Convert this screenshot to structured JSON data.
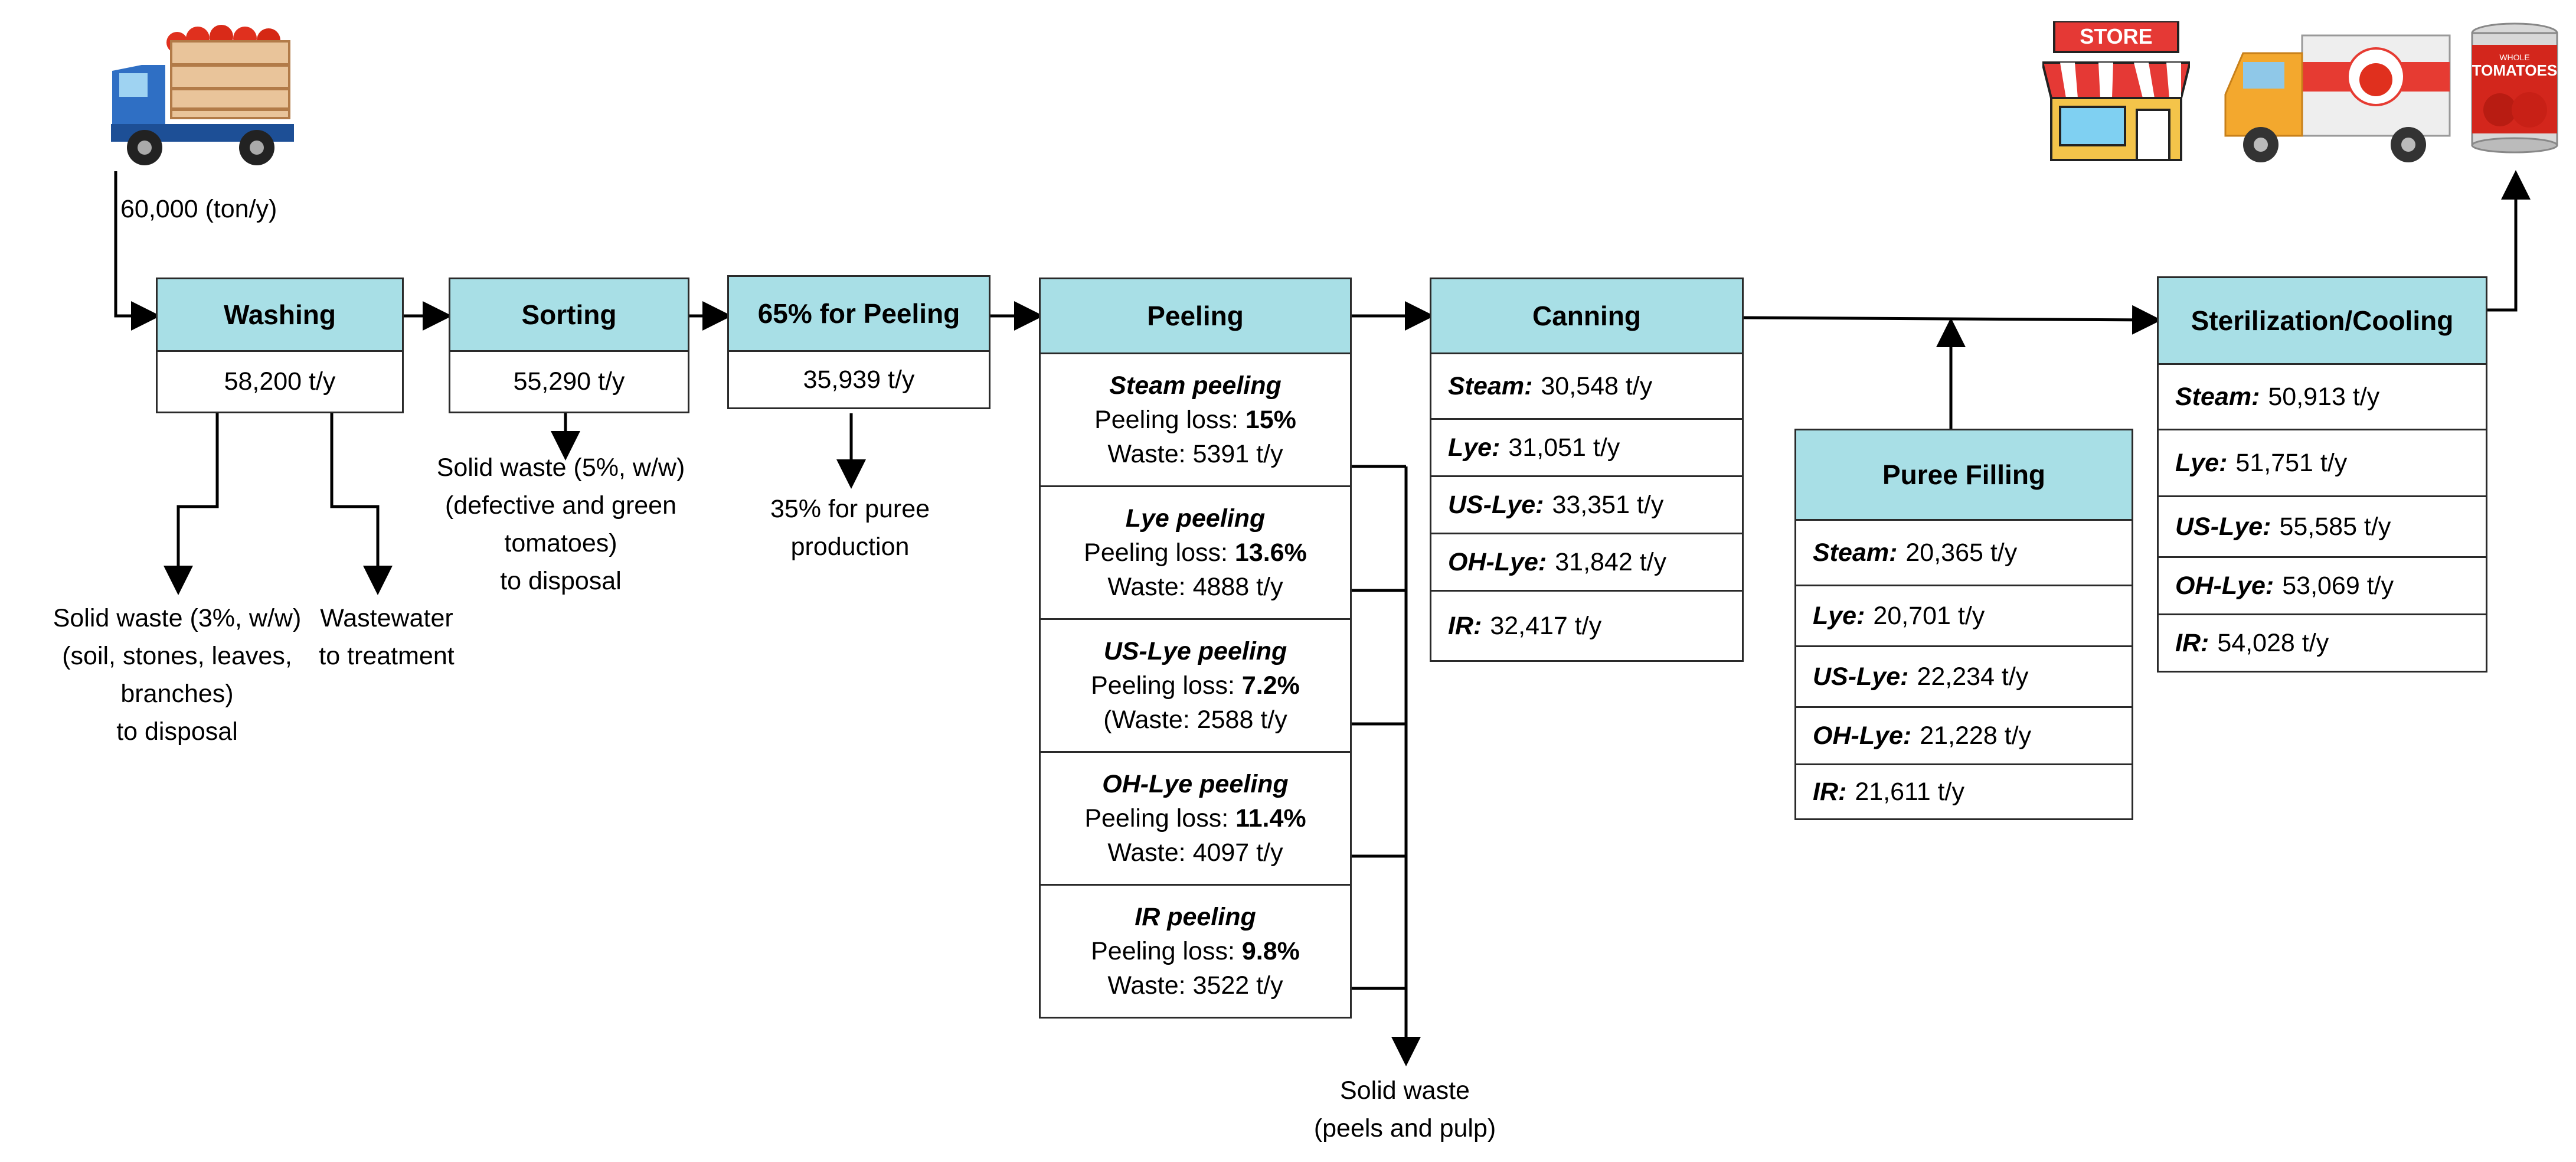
{
  "input": {
    "amount": "60,000 (ton/y)"
  },
  "washing": {
    "title": "Washing",
    "value": "58,200 t/y",
    "solid_waste": [
      "Solid waste (3%, w/w)",
      "(soil, stones, leaves,",
      "branches)",
      "to disposal"
    ],
    "wastewater": [
      "Wastewater",
      "to treatment"
    ]
  },
  "sorting": {
    "title": "Sorting",
    "value": "55,290 t/y",
    "waste": [
      "Solid waste (5%, w/w)",
      "(defective and green",
      "tomatoes)",
      "to disposal"
    ]
  },
  "peeling_split": {
    "title": "65% for Peeling",
    "value": "35,939 t/y",
    "puree_note": [
      "35% for puree",
      "production"
    ]
  },
  "peeling": {
    "title": "Peeling",
    "methods": [
      {
        "name": "Steam peeling",
        "loss_label": "Peeling loss: ",
        "loss": "15%",
        "waste": "Waste: 5391 t/y"
      },
      {
        "name": "Lye peeling",
        "loss_label": "Peeling loss: ",
        "loss": "13.6%",
        "waste": "Waste: 4888 t/y"
      },
      {
        "name": "US-Lye peeling",
        "loss_label": "Peeling loss: ",
        "loss": "7.2%",
        "waste": "(Waste: 2588 t/y"
      },
      {
        "name": "OH-Lye peeling",
        "loss_label": "Peeling loss: ",
        "loss": "11.4%",
        "waste": "Waste: 4097 t/y"
      },
      {
        "name": "IR peeling",
        "loss_label": "Peeling loss: ",
        "loss": "9.8%",
        "waste": "Waste: 3522 t/y"
      }
    ],
    "solid_waste": [
      "Solid waste",
      "(peels and pulp)"
    ]
  },
  "canning": {
    "title": "Canning",
    "rows": [
      {
        "label": "Steam:",
        "value": "30,548 t/y"
      },
      {
        "label": "Lye:",
        "value": "31,051 t/y"
      },
      {
        "label": "US-Lye:",
        "value": "33,351 t/y"
      },
      {
        "label": "OH-Lye:",
        "value": "31,842 t/y"
      },
      {
        "label": "IR:",
        "value": "32,417 t/y"
      }
    ]
  },
  "puree_filling": {
    "title": "Puree  Filling",
    "rows": [
      {
        "label": "Steam:",
        "value": "20,365 t/y"
      },
      {
        "label": "Lye:",
        "value": "20,701 t/y"
      },
      {
        "label": "US-Lye:",
        "value": "22,234 t/y"
      },
      {
        "label": "OH-Lye:",
        "value": "21,228 t/y"
      },
      {
        "label": "IR:",
        "value": "21,611 t/y"
      }
    ]
  },
  "sterilization": {
    "title": "Sterilization/Cooling",
    "rows": [
      {
        "label": "Steam:",
        "value": "50,913 t/y"
      },
      {
        "label": "Lye:",
        "value": "51,751 t/y"
      },
      {
        "label": "US-Lye:",
        "value": "55,585 t/y"
      },
      {
        "label": "OH-Lye:",
        "value": "53,069 t/y"
      },
      {
        "label": "IR:",
        "value": "54,028 t/y"
      }
    ]
  },
  "illustrations": {
    "store_sign": "STORE",
    "can_label": "TOMATOES",
    "can_sublabel": "WHOLE"
  },
  "colors": {
    "header_fill": "#a8dfe6",
    "line": "#000000"
  }
}
